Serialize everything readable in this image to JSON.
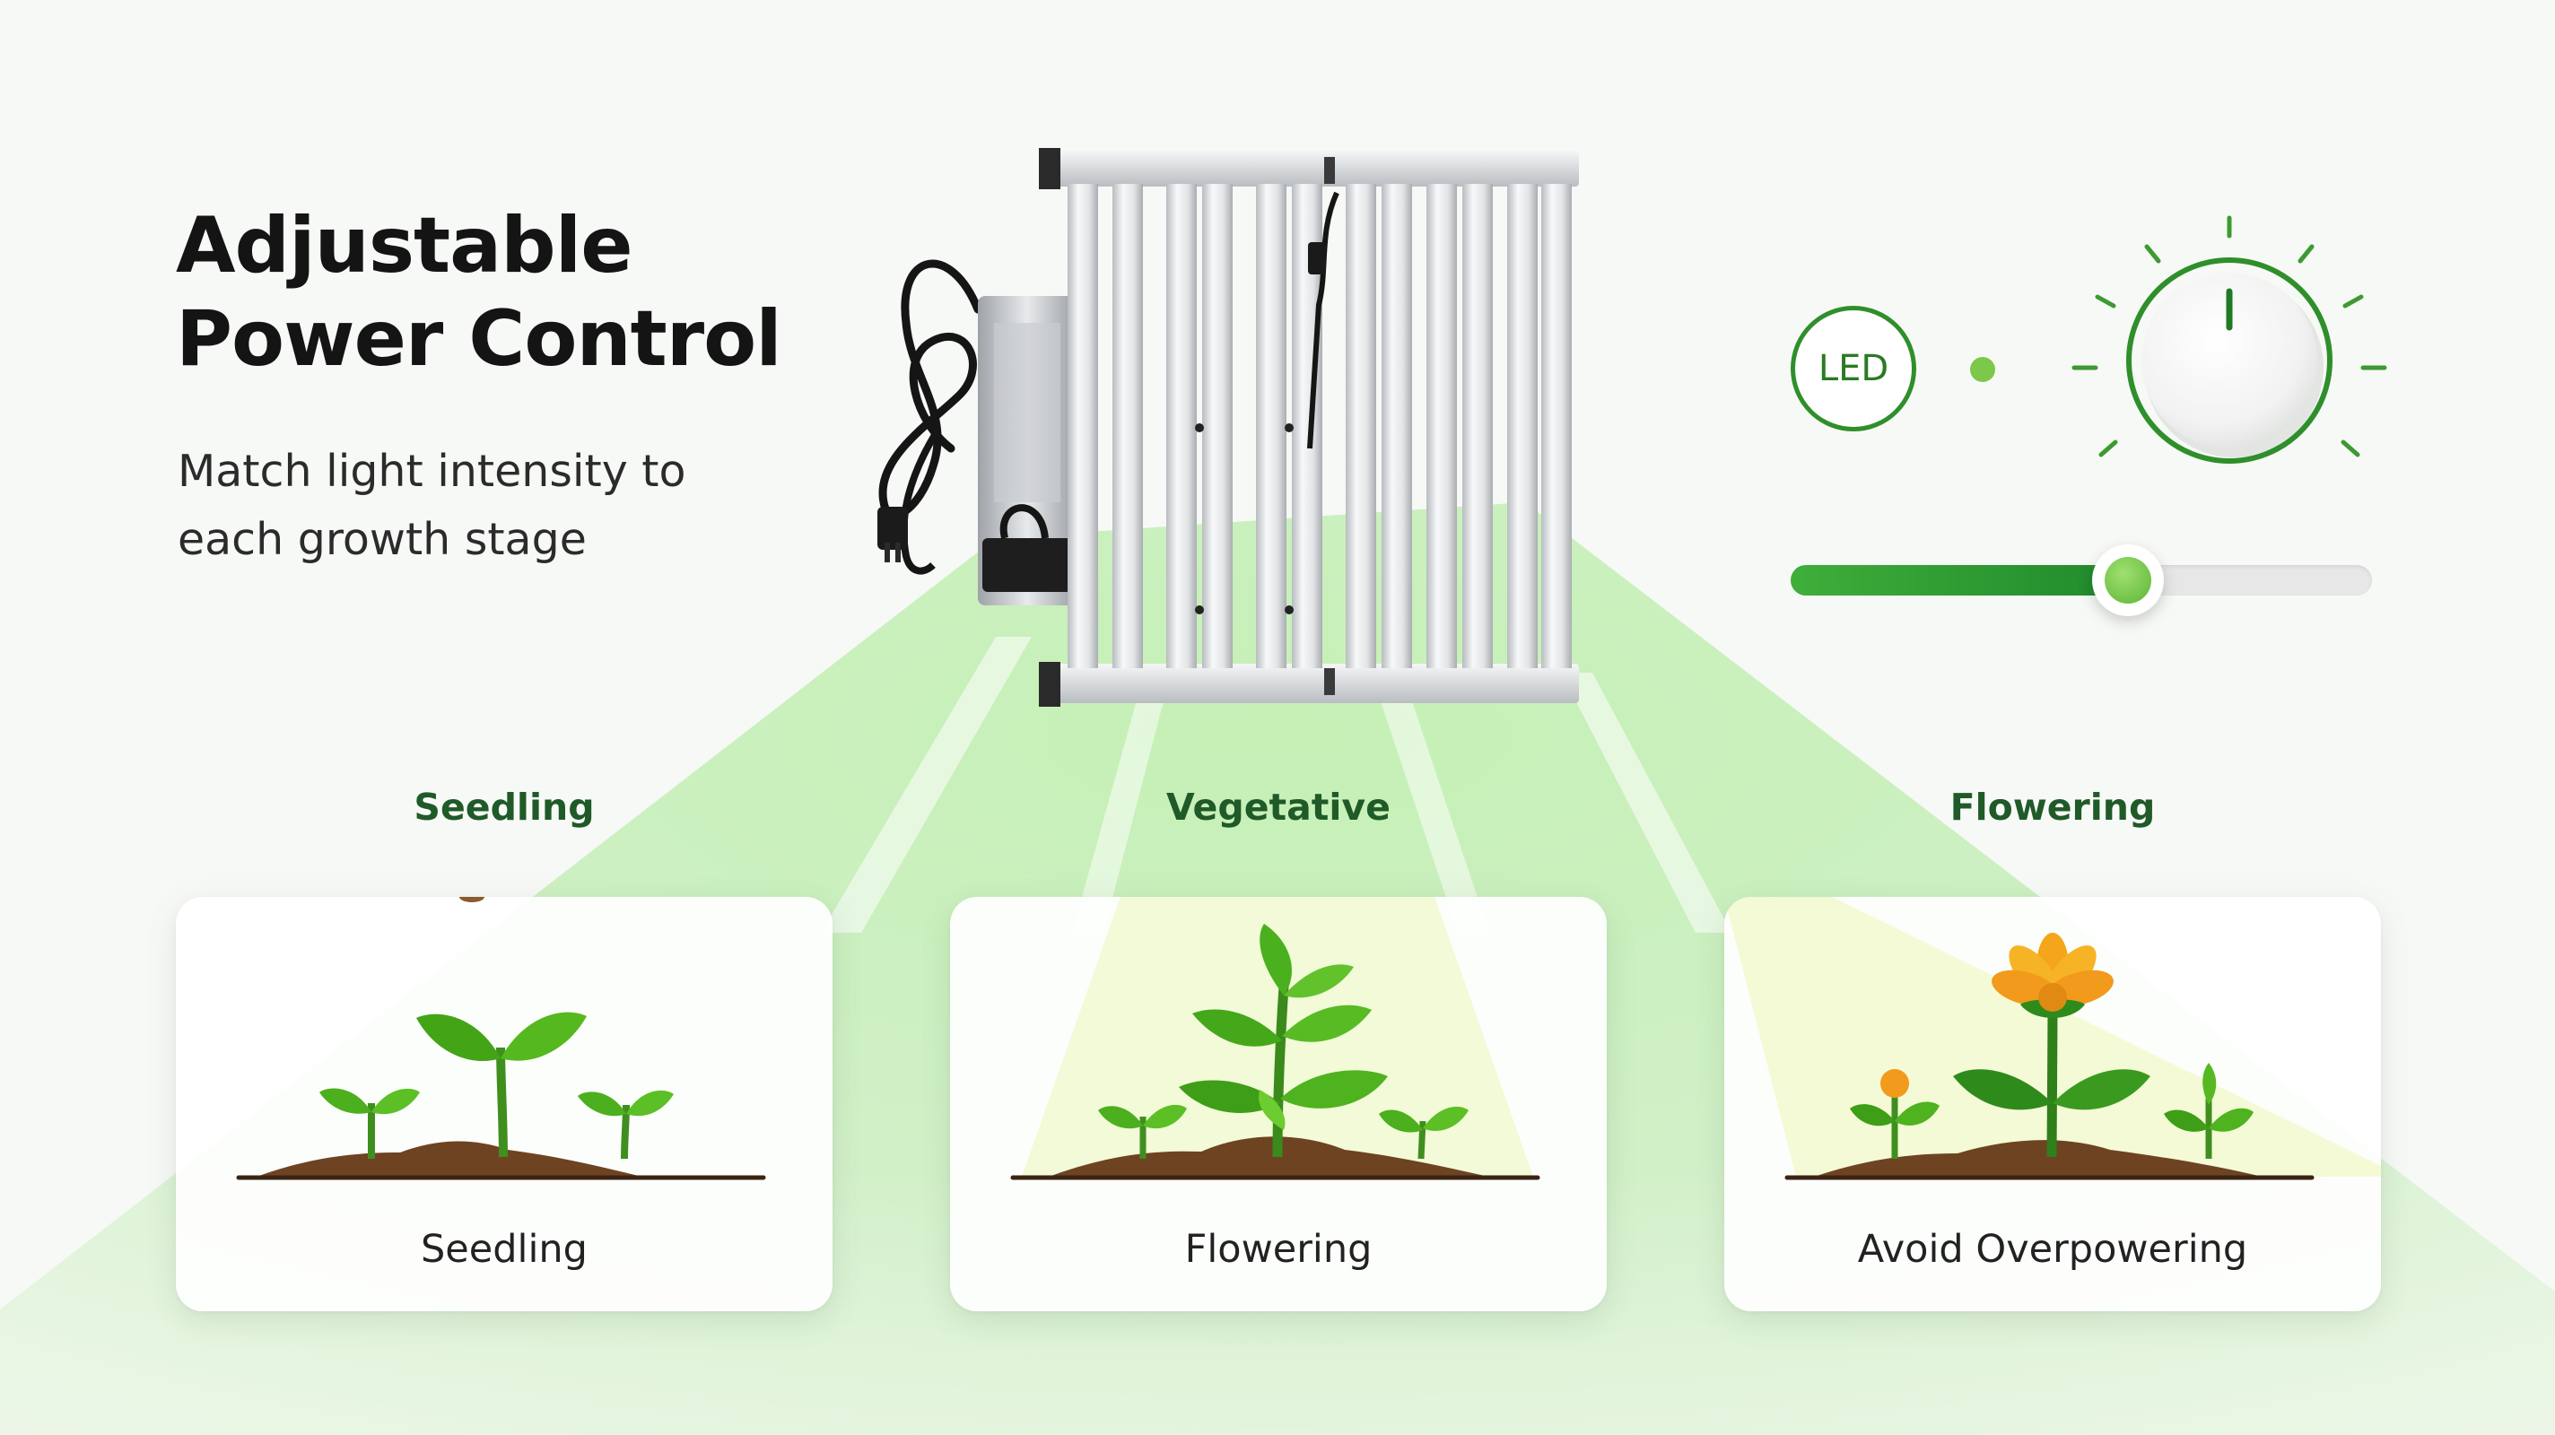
{
  "headline": {
    "line1": "Adjustable",
    "line2": "Power Control"
  },
  "subtitle": {
    "line1": "Match light intensity to",
    "line2": "each growth stage"
  },
  "stage_labels": [
    "Seedling",
    "Vegetative",
    "Flowering"
  ],
  "cards": [
    {
      "caption": "Seedling",
      "illustration": "three-sprouts"
    },
    {
      "caption": "Flowering",
      "illustration": "leafy-plant"
    },
    {
      "caption": "Avoid Overpowering",
      "illustration": "flowering-plant"
    }
  ],
  "controls": {
    "led_label": "LED",
    "slider_level": 0.58,
    "knob_icon": "power-dial-icon"
  },
  "colors": {
    "accent_green": "#2f8f2b",
    "light_beam": "#a9e69a",
    "soil": "#7a4a26",
    "flower_orange": "#f2a51c",
    "text_dark": "#141414",
    "stage_text": "#1f5a28"
  }
}
